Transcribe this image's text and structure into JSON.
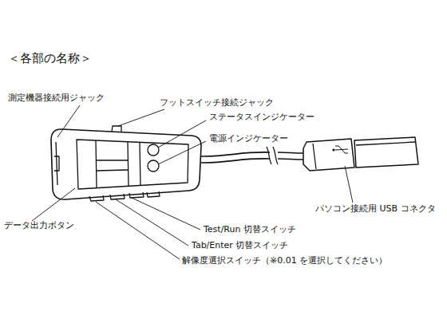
{
  "diagram": {
    "title": "＜各部の名称＞",
    "labels": [
      "測定機器接続用ジャック",
      "フットスイッチ接続ジャック",
      "ステータスインジケーター",
      "電源インジケーター",
      "パソコン接続用 USB コネクタ",
      "データ出力ボタン",
      "Test/Run 切替スイッチ",
      "Tab/Enter 切替スイッチ",
      "解像度選択スイッチ（※0.01 を選択してください）"
    ]
  }
}
